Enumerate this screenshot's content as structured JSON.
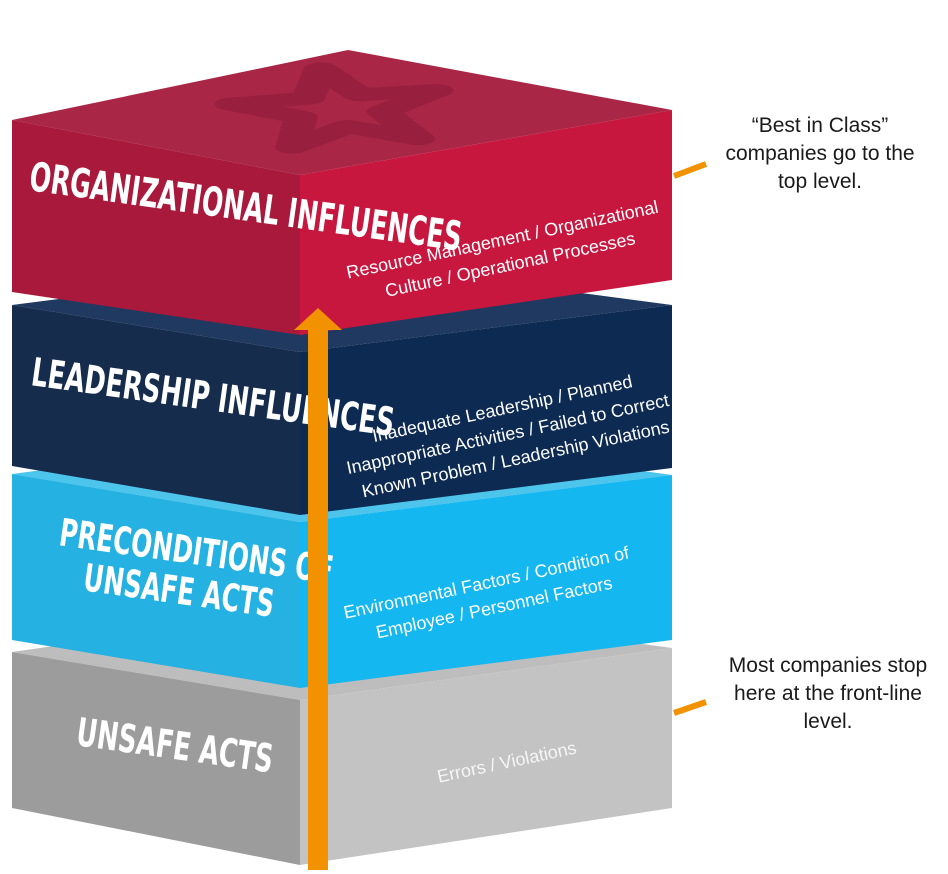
{
  "layers": {
    "organizational": {
      "title": "ORGANIZATIONAL INFLUENCES",
      "desc_lines": [
        "Resource Management / Organizational",
        "Culture / Operational Processes"
      ],
      "colors": {
        "top": "#a92647",
        "left": "#a8193b",
        "right": "#c8173f"
      }
    },
    "leadership": {
      "title": "LEADERSHIP INFLUENCES",
      "desc_lines": [
        "Inadequate Leadership / Planned",
        "Inappropriate Activities / Failed to Correct",
        "Known Problem / Leadership Violations"
      ],
      "colors": {
        "top": "#1f3960",
        "left": "#152c4d",
        "right": "#0d2a52"
      }
    },
    "preconditions": {
      "title_lines": [
        "PRECONDITIONS OF",
        "UNSAFE ACTS"
      ],
      "desc_lines": [
        "Environmental Factors / Condition of",
        "Employee / Personnel Factors"
      ],
      "colors": {
        "top": "#4cc4ec",
        "left": "#25b1e2",
        "right": "#14b7ef"
      }
    },
    "unsafe_acts": {
      "title": "UNSAFE ACTS",
      "desc_lines": [
        "Errors / Violations"
      ],
      "colors": {
        "top": "#bdbdbd",
        "left": "#9c9c9c",
        "right": "#c3c3c3"
      }
    }
  },
  "callouts": {
    "top_lines": [
      "“Best in Class”",
      "companies go to the",
      "top level."
    ],
    "bottom_lines": [
      "Most companies stop",
      "here at the front-line",
      "level."
    ]
  },
  "arrow_color": "#f39200",
  "icons": {
    "top_logo": "star-logo-icon"
  }
}
